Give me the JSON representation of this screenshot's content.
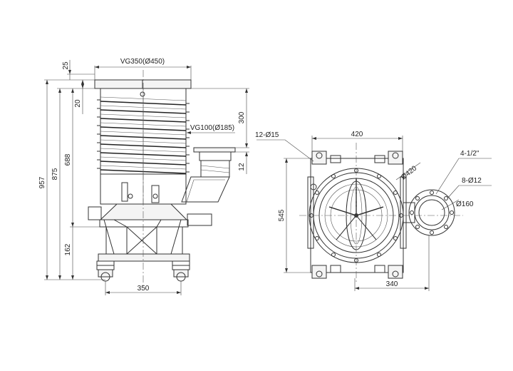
{
  "side_view": {
    "inlet_label": "VG350(Ø450)",
    "outlet_label": "VG100(Ø185)",
    "dim_total_height": "957",
    "dim_inlet_height": "875",
    "dim_body": "688",
    "dim_base": "162",
    "dim_top": "25",
    "dim_flange": "20",
    "dim_outlet_height": "300",
    "dim_outlet_flange": "12",
    "dim_wheel_base": "350"
  },
  "top_view": {
    "bolt_holes_label": "12-Ø15",
    "width_label": "420",
    "bore_label": "Ø420",
    "port_thread_label": "4-1/2\"",
    "port_holes_label": "8-Ø12",
    "port_bore_label": "Ø160",
    "height_label": "545",
    "base_width_label": "340"
  }
}
